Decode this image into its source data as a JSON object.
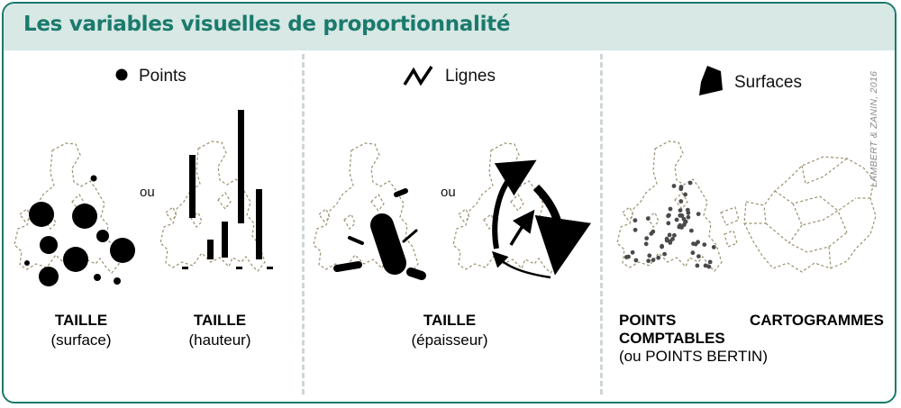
{
  "title": "Les variables visuelles de proportionnalité",
  "credit": "LAMBERT & ZANIN, 2016",
  "sections": [
    {
      "category": "Points",
      "connector": "ou",
      "captions": [
        {
          "main": "TAILLE",
          "sub": "(surface)"
        },
        {
          "main": "TAILLE",
          "sub": "(hauteur)"
        }
      ]
    },
    {
      "category": "Lignes",
      "connector": "ou",
      "captions": [
        {
          "main": "TAILLE",
          "sub": "(épaisseur)"
        }
      ]
    },
    {
      "category": "Surfaces",
      "captions": [
        {
          "main_line1": "POINTS",
          "main_line2": "COMPTABLES",
          "sub": "(ou POINTS BERTIN)"
        },
        {
          "main": "CARTOGRAMMES"
        }
      ]
    }
  ],
  "colors": {
    "frame": "#1b7a6c",
    "header_bg": "#d7e8e5",
    "map_outline": "#9a9070",
    "separator": "#cdd7d5"
  },
  "icons": [
    "point-icon",
    "line-icon",
    "surface-icon"
  ]
}
